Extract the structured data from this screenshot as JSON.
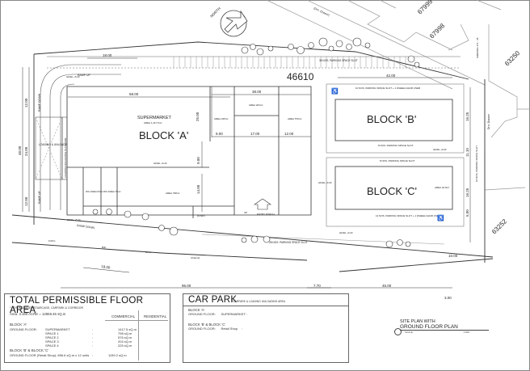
{
  "plot": {
    "lot_number": "46610",
    "adjacent_lots": [
      "67999",
      "67998",
      "63250",
      "63252"
    ],
    "north_label": "NORTH",
    "road_labels": {
      "drain_top": "(Drn. Drawer)",
      "drain_right": "Drn. Drawer",
      "road_vertical": "SIMPANG 471 - 35",
      "road_bottom": [
        "6.00m",
        "Bdn",
        "Conc.",
        "Channel"
      ]
    }
  },
  "blocks": {
    "a": {
      "label": "BLOCK 'A'",
      "supermarket_label": "SUPERMARKET",
      "supermarket_area": "AREA 1,417.5m²",
      "space_areas": [
        "AREA 225m²",
        "AREA 204m²",
        "AREA 576m²",
        "AREA 798m²"
      ],
      "wc_labels": [
        "WC AREA 63m²",
        "WC AREA 70m²"
      ],
      "loading_bay": "LOADING & UNLOADING BAY",
      "loading_platform": "LOADING/UNLOADING PLATFORM",
      "entry_porch": "ENTRY PORCH",
      "down": "DOWN",
      "up": "UP",
      "level": "LEVEL +6.20"
    },
    "b": {
      "label": "BLOCK 'B'",
      "parking_top": "10 NOS. PARKING SPACE SLOT + 1 WHEELCHAIR USER",
      "parking_bottom": "8 NOS. PARKING SPACE SLOT"
    },
    "c": {
      "label": "BLOCK 'C'",
      "area": "AREA 42.5m²",
      "parking_top": "8 NOS. PARKING SPACE SLOT",
      "parking_bottom": "14 NOS. PARKING SPACE SLOT + 1 WHEELCHAIR USER"
    }
  },
  "parking": {
    "top": "38 NOS. PARKING SPACE SLOT",
    "bottom": "28 NOS. PARKING SPACE SLOT",
    "right": "10 NOS. PARKING SPACE SLOT"
  },
  "ramps": {
    "up_top": "RAMP UP",
    "down_left": "RAMP DOWN",
    "up_left": "RAMP UP",
    "down_bottom": "RAMP DOWN"
  },
  "levels": [
    "LEVEL +5.20",
    "LEVEL +6.20",
    "LEVEL +5.20",
    "LEVEL +6.00",
    "LEVEL +6.00",
    "LEVEL +6.20"
  ],
  "dimensions": {
    "top_18": "18.00",
    "top_42": "42.00",
    "w_58": "58.00",
    "w_38": "38.00",
    "d_25": "25.00",
    "d_9a": "9.00",
    "d_17": "17.00",
    "d_12": "12.00",
    "d_9b": "9.00",
    "d_14": "14.00",
    "left_48": "48.00",
    "left_12a": "12.00",
    "left_24": "24.00",
    "left_12b": "12.00",
    "right_1625a": "16.25",
    "right_1110": "11.10",
    "right_1625b": "16.25",
    "right_500": "5.00",
    "bottom_18": "18.00",
    "bottom_96": "96.00",
    "bottom_770": "7.70",
    "bottom_45": "45.00",
    "bottom_10": "10.00",
    "bottom_3": "3.00"
  },
  "floor_area": {
    "title": "TOTAL PERMISSIBLE FLOOR AREA",
    "note": "* NOT INCLUDED STAIRCASE, CARPARK & CORRIDOR",
    "area": "Area: 3.180 ACRE = 12869.46 sQ.m",
    "col_commercial": "COMMERCIAL",
    "col_residential": "RESIDENTIAL",
    "block_a": "BLOCK 'A'",
    "ground_floor": "GROUND FLOOR:",
    "rows_a": [
      {
        "name": "SUPERMARKET",
        "value": "1417.5 sQ.m"
      },
      {
        "name": "SPACE 1",
        "value": "798 sQ.m"
      },
      {
        "name": "SPACE 2",
        "value": "576 sQ.m"
      },
      {
        "name": "SPACE 3",
        "value": "204 sQ.m"
      },
      {
        "name": "SPACE 4",
        "value": "225 sQ.m"
      }
    ],
    "block_bc": "BLOCK 'B' & BLOCK 'C'",
    "bc_row": {
      "name": "GROUND FLOOR (Retail Shop):  896.6 sQ.m x 12 units",
      "value": "1159.2 sQ.m"
    }
  },
  "car_park": {
    "title": "CAR PARK",
    "note": "*CARPARK & LOADING UNLOADING AREA",
    "block_a": "BLOCK 'A'",
    "block_a_row": "GROUND FLOOR:      SUPERMARKET :",
    "block_bc": "BLOCK 'B' & BLOCK 'C'",
    "block_bc_row": "GROUND FLOOR:      Retail Shop    :"
  },
  "title_block": {
    "line1": "SITE PLAN WITH",
    "line2": "GROUND FLOOR PLAN",
    "scale_label": "SCALE",
    "scale_value": "1:600"
  }
}
